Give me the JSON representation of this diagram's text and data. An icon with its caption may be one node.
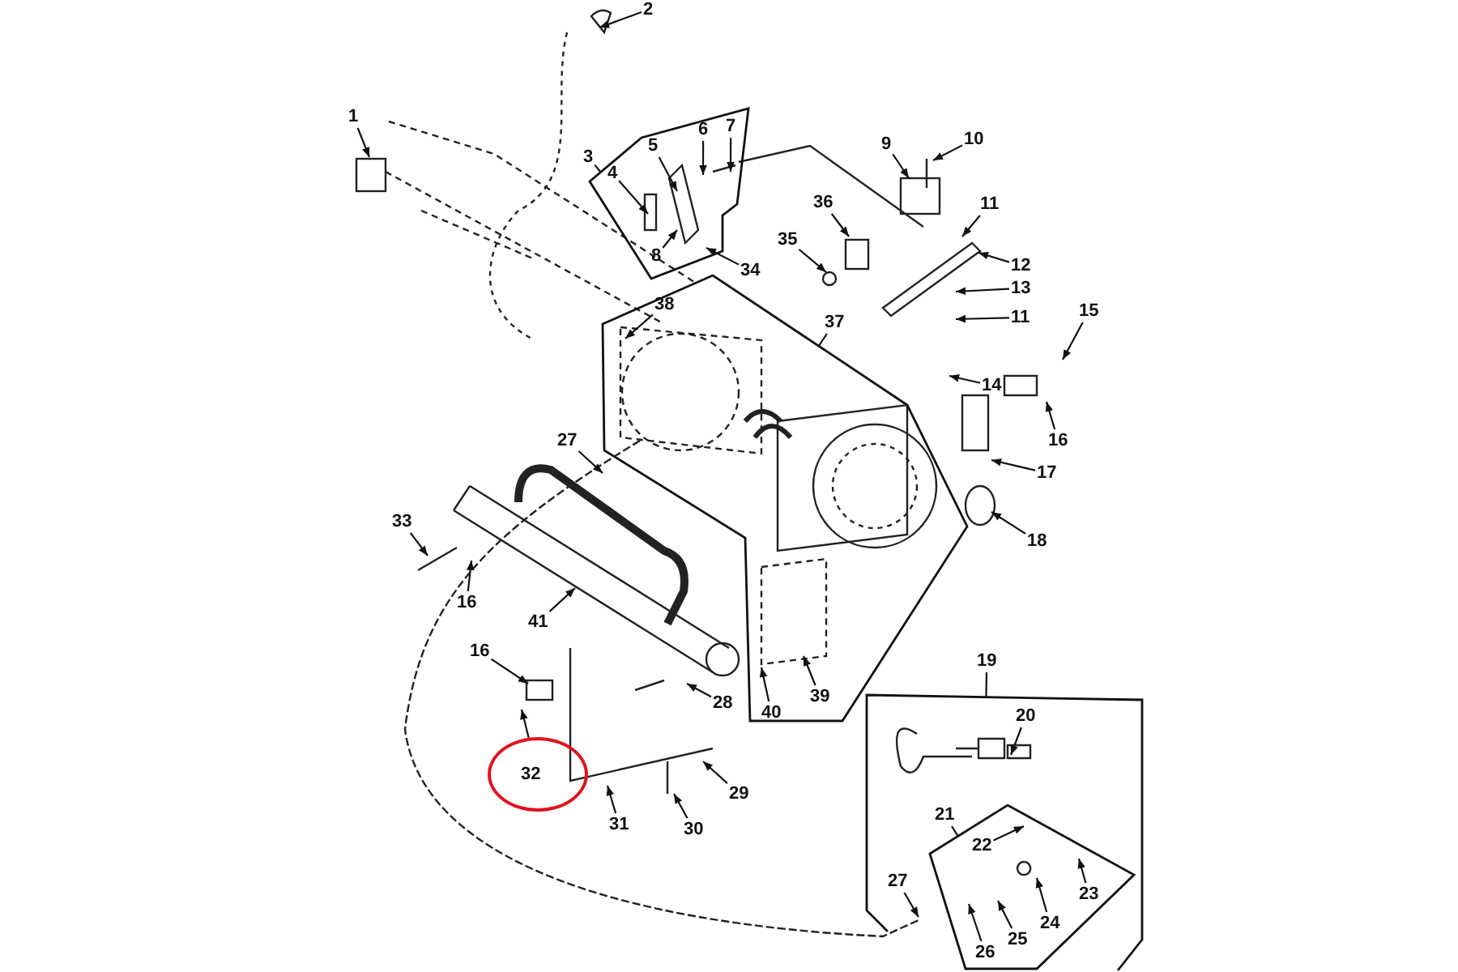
{
  "diagram": {
    "nodes": [
      {
        "text": [
          "1"
        ]
      },
      {
        "text": [
          "2"
        ]
      },
      {
        "text": [
          "3"
        ]
      },
      {
        "text": [],
        "shape": "box"
      },
      {
        "text": [
          "4"
        ],
        "in": 3
      },
      {
        "text": [
          "5"
        ],
        "in": 3
      },
      {
        "text": [
          "6"
        ],
        "in": 3
      },
      {
        "text": [
          "7"
        ],
        "in": 3
      },
      {
        "text": [
          "8"
        ],
        "in": 3
      },
      {
        "text": [
          "9"
        ]
      },
      {
        "text": [
          "10"
        ]
      },
      {
        "text": [
          "11"
        ]
      },
      {
        "text": [
          "12"
        ]
      },
      {
        "text": [
          "13"
        ]
      },
      {
        "text": [
          "11"
        ]
      },
      {
        "text": [
          "14"
        ]
      },
      {
        "text": [
          "15"
        ]
      },
      {
        "text": [
          "16"
        ]
      },
      {
        "text": [
          "17"
        ]
      },
      {
        "text": [
          "18"
        ]
      },
      {
        "text": [
          "34"
        ]
      },
      {
        "text": [
          "35"
        ]
      },
      {
        "text": [
          "36"
        ]
      },
      {
        "text": [
          "37"
        ]
      },
      {
        "text": [],
        "shape": "box"
      },
      {
        "text": [
          "38"
        ],
        "in": 24
      },
      {
        "text": [
          "39"
        ],
        "in": 24
      },
      {
        "text": [
          "40"
        ],
        "in": 24
      },
      {
        "text": [
          "27"
        ]
      },
      {
        "text": [
          "33"
        ]
      },
      {
        "text": [
          "16"
        ]
      },
      {
        "text": [
          "41"
        ]
      },
      {
        "text": [
          "16"
        ]
      },
      {
        "text": [
          "28"
        ]
      },
      {
        "text": [
          "32"
        ]
      },
      {
        "text": [
          "31"
        ]
      },
      {
        "text": [
          "29"
        ]
      },
      {
        "text": [
          "30"
        ]
      },
      {
        "text": [
          "19"
        ]
      },
      {
        "text": [],
        "shape": "box"
      },
      {
        "text": [
          "20"
        ],
        "in": 39
      },
      {
        "text": [
          "21"
        ],
        "in": 39
      },
      {
        "text": [],
        "shape": "box",
        "in": 39
      },
      {
        "text": [
          "22"
        ],
        "in": 42
      },
      {
        "text": [
          "23"
        ],
        "in": 42
      },
      {
        "text": [
          "24"
        ],
        "in": 42
      },
      {
        "text": [
          "25"
        ],
        "in": 42
      },
      {
        "text": [
          "26"
        ],
        "in": 42
      },
      {
        "text": [
          "27"
        ],
        "in": 39
      }
    ],
    "edges": [
      {
        "from": 0,
        "to": null,
        "arrow": "to"
      },
      {
        "from": 1,
        "to": null,
        "arrow": "to"
      },
      {
        "from": 2,
        "to": 3,
        "arrow": "none"
      },
      {
        "from": 4,
        "to": null,
        "arrow": "to"
      },
      {
        "from": 5,
        "to": null,
        "arrow": "to"
      },
      {
        "from": 6,
        "to": null,
        "arrow": "to"
      },
      {
        "from": 7,
        "to": null,
        "arrow": "to"
      },
      {
        "from": 8,
        "to": null,
        "arrow": "to"
      },
      {
        "from": 9,
        "to": null,
        "arrow": "to"
      },
      {
        "from": 10,
        "to": null,
        "arrow": "to"
      },
      {
        "from": 11,
        "to": null,
        "arrow": "to"
      },
      {
        "from": 12,
        "to": null,
        "arrow": "to"
      },
      {
        "from": 13,
        "to": null,
        "arrow": "to"
      },
      {
        "from": 14,
        "to": null,
        "arrow": "to"
      },
      {
        "from": 15,
        "to": null,
        "arrow": "to"
      },
      {
        "from": 16,
        "to": null,
        "arrow": "to"
      },
      {
        "from": 17,
        "to": null,
        "arrow": "to"
      },
      {
        "from": 18,
        "to": null,
        "arrow": "to"
      },
      {
        "from": 19,
        "to": null,
        "arrow": "to"
      },
      {
        "from": 20,
        "to": null,
        "arrow": "to"
      },
      {
        "from": 21,
        "to": null,
        "arrow": "to"
      },
      {
        "from": 22,
        "to": null,
        "arrow": "to"
      },
      {
        "from": 23,
        "to": 24,
        "arrow": "none"
      },
      {
        "from": 25,
        "to": null,
        "arrow": "to"
      },
      {
        "from": 26,
        "to": null,
        "arrow": "to"
      },
      {
        "from": 27,
        "to": null,
        "arrow": "to"
      },
      {
        "from": 28,
        "to": null,
        "arrow": "to"
      },
      {
        "from": 29,
        "to": null,
        "arrow": "to"
      },
      {
        "from": 30,
        "to": null,
        "arrow": "to"
      },
      {
        "from": 31,
        "to": null,
        "arrow": "to"
      },
      {
        "from": 32,
        "to": null,
        "arrow": "to"
      },
      {
        "from": 33,
        "to": null,
        "arrow": "to"
      },
      {
        "from": 34,
        "to": null,
        "arrow": "to"
      },
      {
        "from": 35,
        "to": null,
        "arrow": "to"
      },
      {
        "from": 36,
        "to": null,
        "arrow": "to"
      },
      {
        "from": 37,
        "to": null,
        "arrow": "to"
      },
      {
        "from": 38,
        "to": 39,
        "arrow": "none"
      },
      {
        "from": 40,
        "to": null,
        "arrow": "to"
      },
      {
        "from": 41,
        "to": 42,
        "arrow": "none"
      },
      {
        "from": 43,
        "to": null,
        "arrow": "to"
      },
      {
        "from": 44,
        "to": null,
        "arrow": "to"
      },
      {
        "from": 45,
        "to": null,
        "arrow": "to"
      },
      {
        "from": 46,
        "to": null,
        "arrow": "to"
      },
      {
        "from": 47,
        "to": null,
        "arrow": "to"
      },
      {
        "from": 48,
        "to": null,
        "arrow": "to"
      }
    ]
  }
}
